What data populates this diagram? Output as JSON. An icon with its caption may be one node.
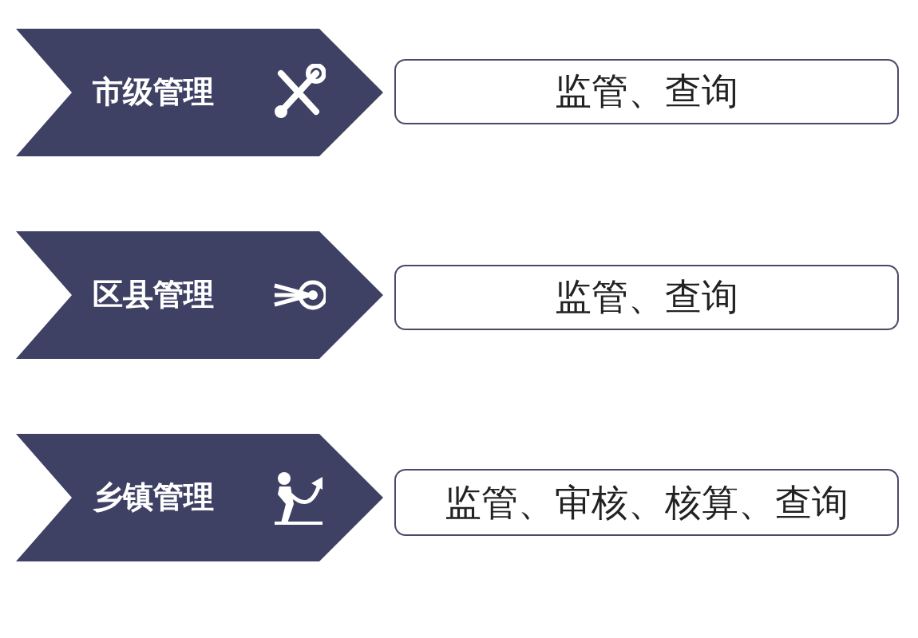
{
  "diagram": {
    "nodes": [
      {
        "text": [
          "市级管理"
        ]
      },
      {
        "text": [
          "监管、查询"
        ]
      },
      {
        "text": [
          "区县管理"
        ]
      },
      {
        "text": [
          "监管、查询"
        ]
      },
      {
        "text": [
          "乡镇管理"
        ]
      },
      {
        "text": [
          "监管、审核、核算、查询"
        ]
      }
    ]
  }
}
